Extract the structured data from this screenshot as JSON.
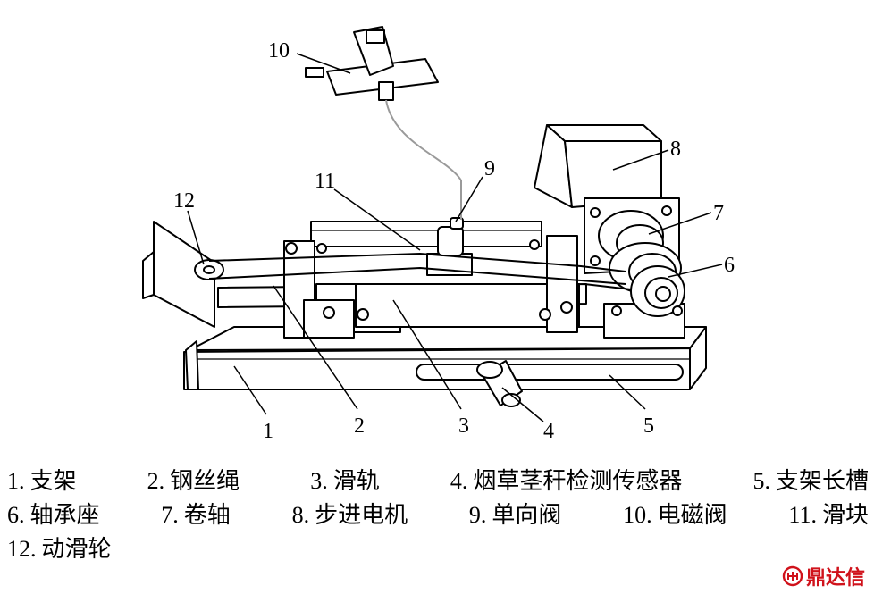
{
  "callouts": [
    "1",
    "2",
    "3",
    "4",
    "5",
    "6",
    "7",
    "8",
    "9",
    "10",
    "11",
    "12"
  ],
  "legend": [
    {
      "num": "1.",
      "text": "支架"
    },
    {
      "num": "2.",
      "text": "钢丝绳"
    },
    {
      "num": "3.",
      "text": "滑轨"
    },
    {
      "num": "4.",
      "text": "烟草茎秆检测传感器"
    },
    {
      "num": "5.",
      "text": "支架长槽"
    },
    {
      "num": "6.",
      "text": "轴承座"
    },
    {
      "num": "7.",
      "text": "卷轴"
    },
    {
      "num": "8.",
      "text": "步进电机"
    },
    {
      "num": "9.",
      "text": "单向阀"
    },
    {
      "num": "10.",
      "text": "电磁阀"
    },
    {
      "num": "11.",
      "text": "滑块"
    },
    {
      "num": "12.",
      "text": "动滑轮"
    }
  ],
  "watermark": {
    "text": "鼎达信",
    "color": "#d0121b"
  },
  "colors": {
    "line": "#000000",
    "tube": "#9a9a9a",
    "background": "#ffffff"
  }
}
